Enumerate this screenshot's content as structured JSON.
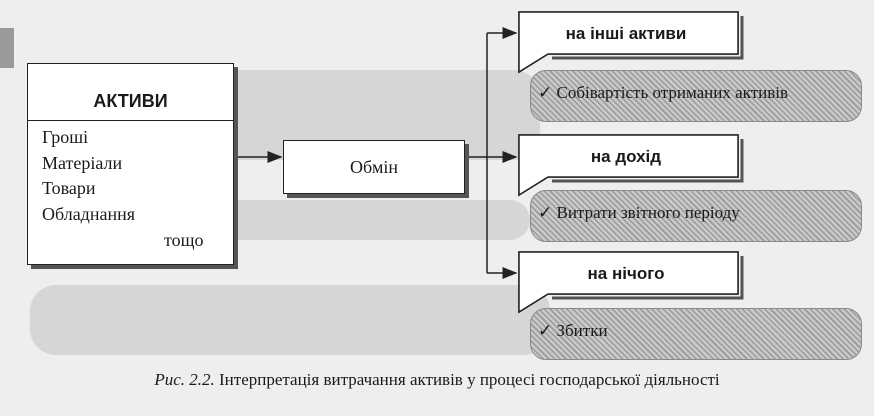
{
  "assets": {
    "title": "АКТИВИ",
    "items": [
      "Гроші",
      "Матеріали",
      "Товари",
      "Обладнання"
    ],
    "etc": "тощо"
  },
  "exchange": {
    "label": "Обмін"
  },
  "destinations": [
    {
      "label": "на інші активи",
      "result": "Собівартість отриманих активів"
    },
    {
      "label": "на дохід",
      "result": "Витрати звітного періоду"
    },
    {
      "label": "на нічого",
      "result": "Збитки"
    }
  ],
  "check_mark": "✓",
  "caption": {
    "prefix": "Рис. 2.2.",
    "text": " Інтерпретація витрачання активів у процесі господарської діяльності"
  }
}
